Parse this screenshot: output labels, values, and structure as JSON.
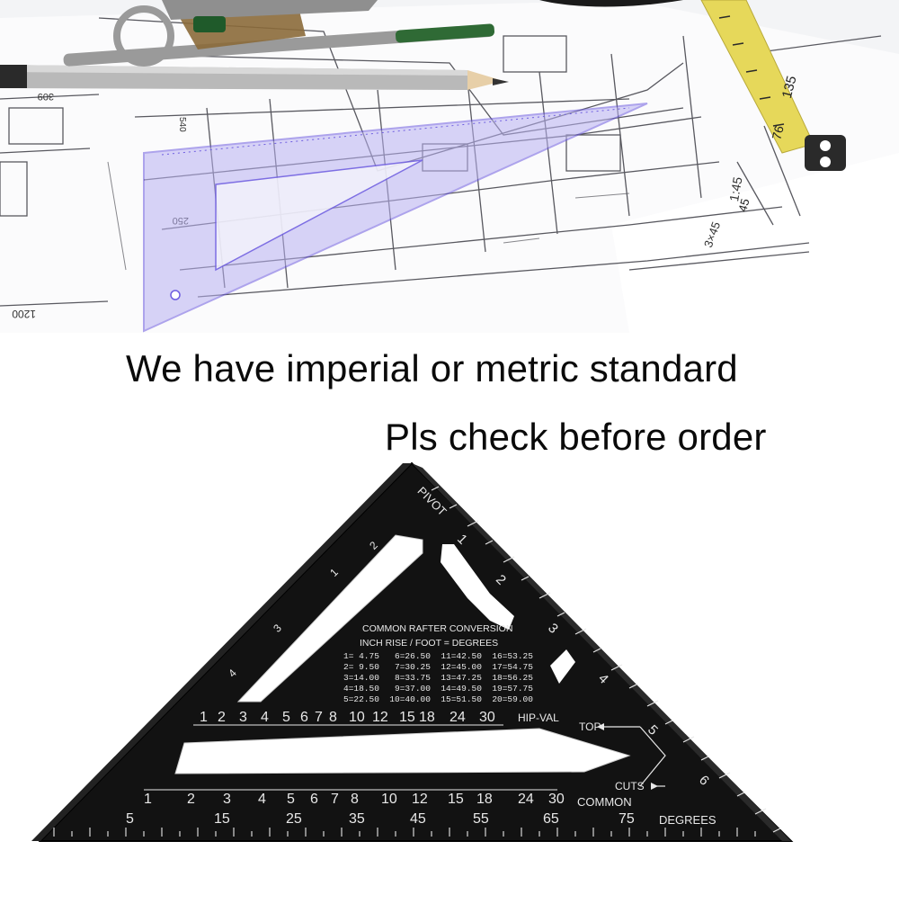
{
  "headline": {
    "line1": "We have imperial or metric standard",
    "line2": "Pls check before order"
  },
  "drawing_numbers": [
    "1200",
    "250",
    "309",
    "540",
    "1:45",
    "3×45"
  ],
  "tape_numbers": [
    "135",
    "76",
    "45"
  ],
  "square": {
    "pivot_label": "PIVOT",
    "table_title": "COMMON RAFTER CONVERSION",
    "table_header": "INCH RISE / FOOT = DEGREES",
    "table_rows": [
      "1= 4.75   6=26.50  11=42.50  16=53.25",
      "2= 9.50   7=30.25  12=45.00  17=54.75",
      "3=14.00   8=33.75  13=47.25  18=56.25",
      "4=18.50   9=37.00  14=49.50  19=57.75",
      "5=22.50  10=40.00  15=51.50  20=59.00"
    ],
    "hip_scale": [
      "1",
      "2",
      "3",
      "4",
      "5",
      "6",
      "7",
      "8",
      "10",
      "12",
      "15",
      "18",
      "24",
      "30"
    ],
    "hip_val_label": "HIP-VAL",
    "top_label": "TOP",
    "cuts_label": "CUTS",
    "common_scale": [
      "1",
      "2",
      "3",
      "4",
      "5",
      "6",
      "7",
      "8",
      "10",
      "12",
      "15",
      "18",
      "24",
      "30"
    ],
    "common_label": "COMMON",
    "degree_scale": [
      "5",
      "15",
      "25",
      "35",
      "45",
      "55",
      "65",
      "75"
    ],
    "degrees_label": "DEGREES",
    "inch_marks": [
      "1",
      "2",
      "3",
      "4",
      "5",
      "6"
    ],
    "left_inch_marks": [
      "1",
      "2",
      "3",
      "4"
    ]
  },
  "colors": {
    "square_body": "#121212",
    "square_marking": "#e8e8e8",
    "triangle_ruler": "#8a7ae8",
    "pencil": "#b8b8b8",
    "tape": "#e6d85a"
  }
}
